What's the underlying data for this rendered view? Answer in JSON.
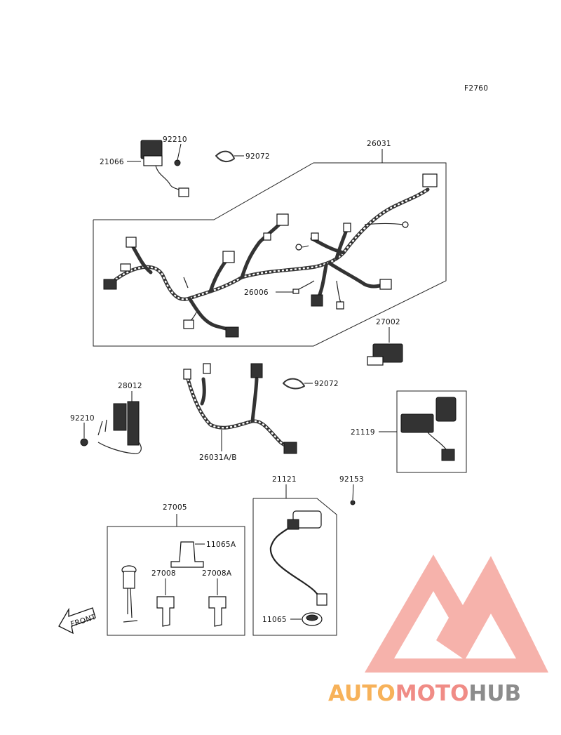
{
  "diagram": {
    "figure_code": "F2760",
    "front_label": "FRONT",
    "parts": {
      "p21066": "21066",
      "p92210_top": "92210",
      "p92072_top": "92072",
      "p26031": "26031",
      "p26006": "26006",
      "p27002": "27002",
      "p28012": "28012",
      "p92210_left": "92210",
      "p26031ab": "26031A/B",
      "p92072_mid": "92072",
      "p21119": "21119",
      "p21121": "21121",
      "p92153": "92153",
      "p27005": "27005",
      "p11065a": "11065A",
      "p27008": "27008",
      "p27008a": "27008A",
      "p11065": "11065"
    }
  },
  "watermark": {
    "auto": "AUTO",
    "moto": "MOTO",
    "hub": "HUB",
    "colors": {
      "auto": "#f7b25a",
      "moto": "#f08c86",
      "hub": "#8c8c8c",
      "logo": "#f5a49c"
    }
  }
}
